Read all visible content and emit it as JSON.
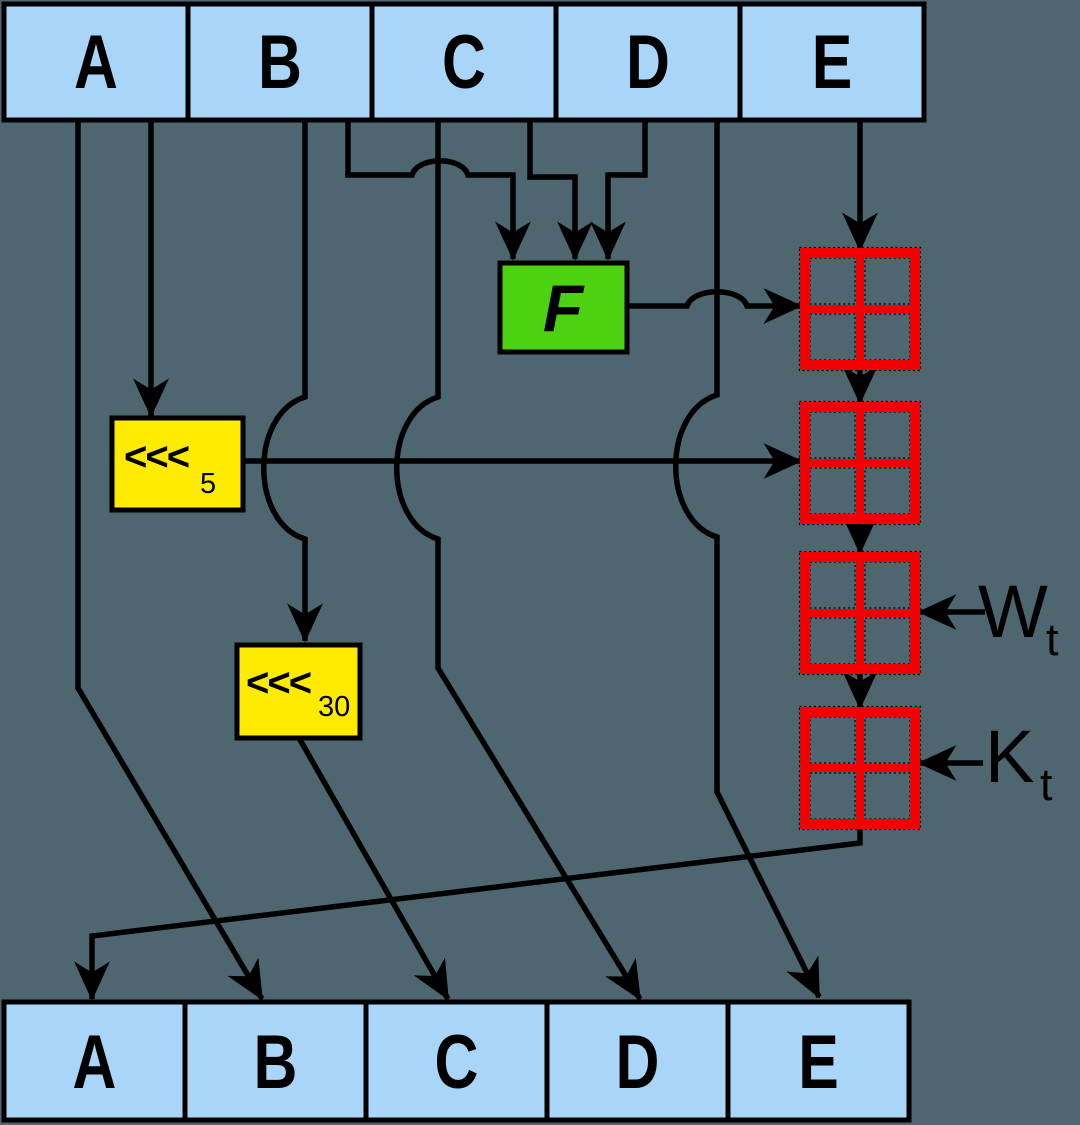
{
  "colors": {
    "background": "#4d6670",
    "register_fill": "#a9d6f8",
    "function_fill": "#4cd211",
    "rotate_fill": "#ffeb00",
    "adder_color": "#f00000",
    "wire_color": "#000000"
  },
  "registers": {
    "top": [
      "A",
      "B",
      "C",
      "D",
      "E"
    ],
    "bottom": [
      "A",
      "B",
      "C",
      "D",
      "E"
    ]
  },
  "function_box": {
    "label": "F"
  },
  "rotate_left_5": {
    "operator": "<<<",
    "amount": "5"
  },
  "rotate_left_30": {
    "operator": "<<<",
    "amount": "30"
  },
  "message_word_label": {
    "base": "W",
    "subscript": "t"
  },
  "round_constant_label": {
    "base": "K",
    "subscript": "t"
  }
}
